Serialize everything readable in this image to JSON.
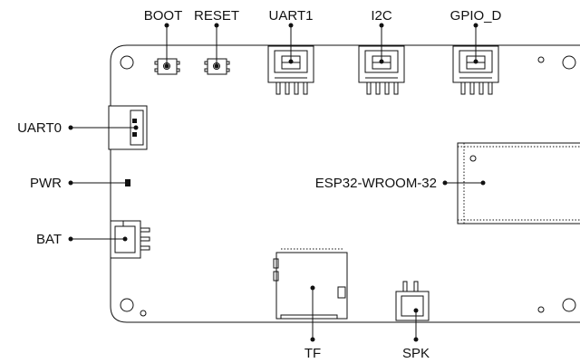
{
  "labels": {
    "boot": "BOOT",
    "reset": "RESET",
    "uart1": "UART1",
    "i2c": "I2C",
    "gpio_d": "GPIO_D",
    "uart0": "UART0",
    "pwr": "PWR",
    "bat": "BAT",
    "esp32": "ESP32-WROOM-32",
    "tf": "TF",
    "spk": "SPK"
  },
  "colors": {
    "line": "#111111",
    "board_fill": "#ffffff"
  }
}
